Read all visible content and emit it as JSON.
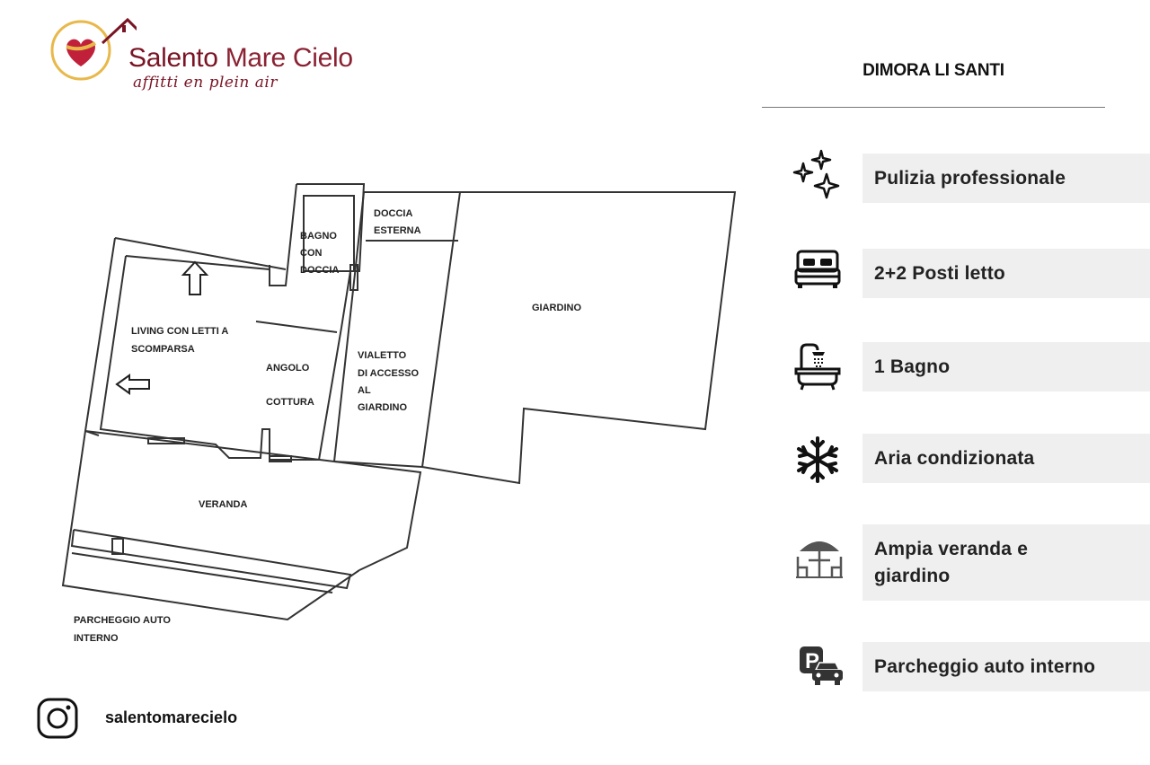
{
  "brand": {
    "name_part1": "Salento",
    "name_part2": " Mare Cielo",
    "tagline": "affitti en plein air",
    "colors": {
      "primary": "#7a1424",
      "gold": "#e8b84a",
      "heart": "#c0203a"
    }
  },
  "header": {
    "title": "DIMORA LI SANTI"
  },
  "features": [
    {
      "icon": "sparkles-icon",
      "label": "Pulizia professionale"
    },
    {
      "icon": "bed-icon",
      "label": "2+2 Posti letto"
    },
    {
      "icon": "bathtub-icon",
      "label": "1 Bagno"
    },
    {
      "icon": "snowflake-icon",
      "label": "Aria condizionata"
    },
    {
      "icon": "patio-umbrella-icon",
      "label": "Ampia veranda e giardino"
    },
    {
      "icon": "parking-icon",
      "label": "Parcheggio auto interno"
    }
  ],
  "floorplan": {
    "labels": {
      "doccia_line1": "DOCCIA",
      "doccia_line2": "ESTERNA",
      "bagno_line1": "BAGNO",
      "bagno_line2": "CON",
      "bagno_line3": "DOCCIA",
      "giardino": "GIARDINO",
      "living_line1": "LIVING CON LETTI A",
      "living_line2": "SCOMPARSA",
      "angolo_line1": "ANGOLO",
      "angolo_line2": "COTTURA",
      "vialetto_line1": "VIALETTO",
      "vialetto_line2": "DI ACCESSO",
      "vialetto_line3": "AL",
      "vialetto_line4": "GIARDINO",
      "veranda": "VERANDA",
      "parcheggio_line1": "PARCHEGGIO AUTO",
      "parcheggio_line2": "INTERNO"
    }
  },
  "social": {
    "icon": "instagram-icon",
    "handle": "salentomarecielo"
  }
}
